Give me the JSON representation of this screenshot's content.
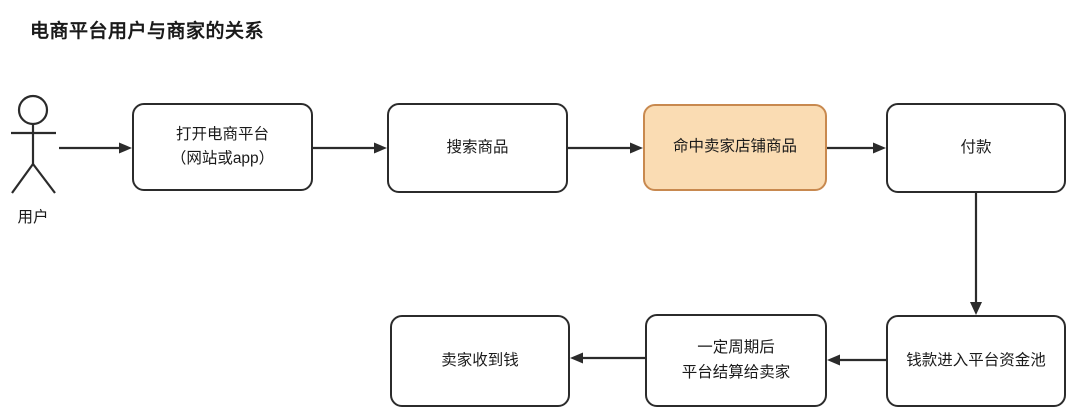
{
  "diagram": {
    "title": "电商平台用户与商家的关系",
    "background_color": "#ffffff",
    "stroke_color": "#2b2b2b",
    "highlight_fill": "#fadcb3",
    "highlight_stroke": "#c8894f",
    "actor": {
      "icon": "stick-figure-icon",
      "label": "用户"
    },
    "nodes": [
      {
        "id": "open-platform",
        "line1": "打开电商平台",
        "line2": "（网站或app）",
        "highlight": false
      },
      {
        "id": "search-product",
        "line1": "搜索商品",
        "line2": "",
        "highlight": false
      },
      {
        "id": "hit-seller-shop-product",
        "line1": "命中卖家店铺商品",
        "line2": "",
        "highlight": true
      },
      {
        "id": "payment",
        "line1": "付款",
        "line2": "",
        "highlight": false
      },
      {
        "id": "money-into-platform-pool",
        "line1": "钱款进入平台资金池",
        "line2": "",
        "highlight": false
      },
      {
        "id": "platform-settles-to-seller",
        "line1": "一定周期后",
        "line2": "平台结算给卖家",
        "highlight": false
      },
      {
        "id": "seller-receives-money",
        "line1": "卖家收到钱",
        "line2": "",
        "highlight": false
      }
    ],
    "edges": [
      {
        "id": "actor-to-open-platform",
        "from": "用户",
        "to": "打开电商平台（网站或app）",
        "direction": "right"
      },
      {
        "id": "open-platform-to-search",
        "from": "打开电商平台（网站或app）",
        "to": "搜索商品",
        "direction": "right"
      },
      {
        "id": "search-to-hit-product",
        "from": "搜索商品",
        "to": "命中卖家店铺商品",
        "direction": "right"
      },
      {
        "id": "hit-product-to-payment",
        "from": "命中卖家店铺商品",
        "to": "付款",
        "direction": "right"
      },
      {
        "id": "payment-to-money-pool",
        "from": "付款",
        "to": "钱款进入平台资金池",
        "direction": "down"
      },
      {
        "id": "money-pool-to-settlement",
        "from": "钱款进入平台资金池",
        "to": "一定周期后平台结算给卖家",
        "direction": "left"
      },
      {
        "id": "settlement-to-seller-receives",
        "from": "一定周期后平台结算给卖家",
        "to": "卖家收到钱",
        "direction": "left"
      }
    ]
  }
}
